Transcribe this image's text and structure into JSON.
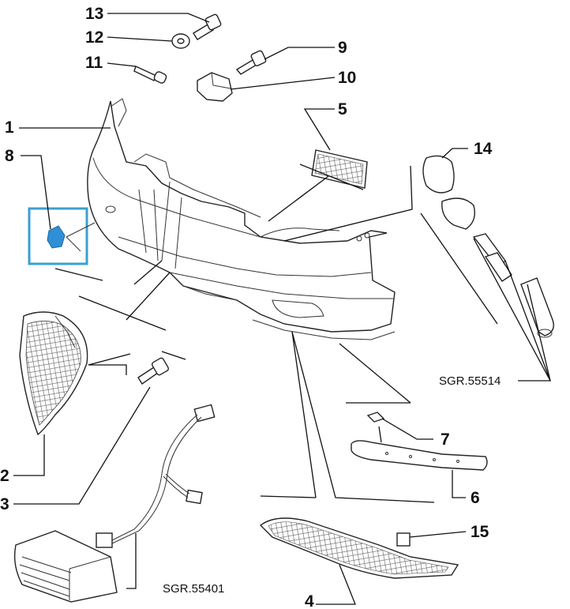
{
  "callouts": [
    {
      "id": "1",
      "label": "1"
    },
    {
      "id": "2",
      "label": "2"
    },
    {
      "id": "3",
      "label": "3"
    },
    {
      "id": "4",
      "label": "4"
    },
    {
      "id": "5",
      "label": "5"
    },
    {
      "id": "6",
      "label": "6"
    },
    {
      "id": "7",
      "label": "7"
    },
    {
      "id": "8",
      "label": "8"
    },
    {
      "id": "9",
      "label": "9"
    },
    {
      "id": "10",
      "label": "10"
    },
    {
      "id": "11",
      "label": "11"
    },
    {
      "id": "12",
      "label": "12"
    },
    {
      "id": "13",
      "label": "13"
    },
    {
      "id": "14",
      "label": "14"
    },
    {
      "id": "15",
      "label": "15"
    }
  ],
  "references": {
    "headlamp_washer": "SGR.55514",
    "fog_lamp_wiring": "SGR.55401"
  },
  "colors": {
    "line": "#111111",
    "highlight_box": "#3a9fd0",
    "highlight_part": "#2f8fd6"
  }
}
